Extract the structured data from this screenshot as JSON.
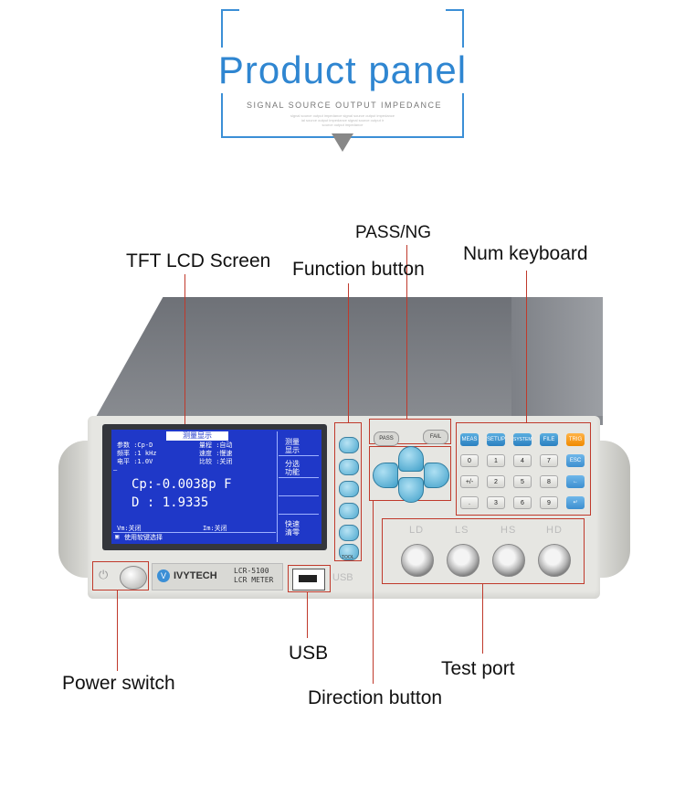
{
  "header": {
    "title": "Product panel",
    "subtitle": "SIGNAL SOURCE OUTPUT IMPEDANCE",
    "tiny_line_1": "signal source output impedance signal source output impedance",
    "tiny_line_2": "ial source output impedance signal source output ir",
    "tiny_line_3": "source output impedance"
  },
  "labels": {
    "tft_lcd_screen": "TFT LCD Screen",
    "function_button": "Function button",
    "pass_ng": "PASS/NG",
    "num_keyboard": "Num keyboard",
    "usb": "USB",
    "power_switch": "Power switch",
    "test_port": "Test port",
    "direction_button": "Direction button"
  },
  "lcd": {
    "title": "测量显示",
    "param_label": "参数 :Cp-D",
    "range_label": "量程 :自动",
    "freq_label": "频率 :1 kHz",
    "speed_label": "速度 :慢速",
    "level_label": "电平 :1.0V",
    "compare_label": "比较 :关闭",
    "dash": "—",
    "primary_reading": "Cp:-0.0038p F",
    "secondary_reading": "D : 1.9335",
    "vm_label": "Vm:关闭",
    "im_label": "Im:关闭",
    "hint": "使用软键选择",
    "hint_icon": "▣",
    "softkeys": [
      "测量",
      "显示",
      "分选",
      "功能",
      "快速",
      "清零"
    ]
  },
  "function_panel": {
    "tool_label": "TOOL"
  },
  "pass_fail": {
    "pass": "PASS",
    "fail": "FAIL"
  },
  "keypad": {
    "row1": [
      "MEAS",
      "SETUP",
      "SYSTEM",
      "FILE",
      "TRIG"
    ],
    "row2": [
      "0",
      "1",
      "4",
      "7",
      "ESC"
    ],
    "row3": [
      "+/-",
      "2",
      "5",
      "8",
      "←"
    ],
    "row4": [
      ".",
      "3",
      "6",
      "9",
      "↵"
    ]
  },
  "ports": [
    "LD",
    "LS",
    "HS",
    "HD"
  ],
  "brand": {
    "name": "IVYTECH",
    "model": "LCR-5100",
    "type": "LCR METER"
  },
  "usb_port_label": "USB",
  "colors": {
    "accent": "#2f86d1",
    "callout": "#c0392b",
    "lcd_bg": "#1f38c8"
  }
}
